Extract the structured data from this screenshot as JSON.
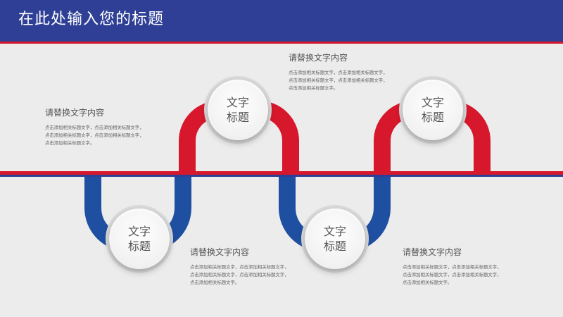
{
  "slide": {
    "title": "在此处输入您的标题",
    "colors": {
      "header": "#2e3f95",
      "accent_red": "#d7172b",
      "accent_blue": "#1e4fa0",
      "background": "#ececec"
    }
  },
  "nodes": [
    {
      "line1": "文字",
      "line2": "标题"
    },
    {
      "line1": "文字",
      "line2": "标题"
    },
    {
      "line1": "文字",
      "line2": "标题"
    },
    {
      "line1": "文字",
      "line2": "标题"
    }
  ],
  "text_blocks": [
    {
      "title": "请替换文字内容",
      "body": "点击添加相关标题文字，点击添加相关标题文字，\n点击添加相关标题文字，点击添加相关标题文字，\n点击添加相关标题文字。"
    },
    {
      "title": "请替换文字内容",
      "body": "点击添加相关标题文字，点击添加相关标题文字，\n点击添加相关标题文字，点击添加相关标题文字，\n点击添加相关标题文字。"
    },
    {
      "title": "请替换文字内容",
      "body": "点击添加相关标题文字，点击添加相关标题文字，\n点击添加相关标题文字，点击添加相关标题文字，\n点击添加相关标题文字。"
    },
    {
      "title": "请替换文字内容",
      "body": "点击添加相关标题文字，点击添加相关标题文字，\n点击添加相关标题文字，点击添加相关标题文字，\n点击添加相关标题文字。"
    }
  ]
}
